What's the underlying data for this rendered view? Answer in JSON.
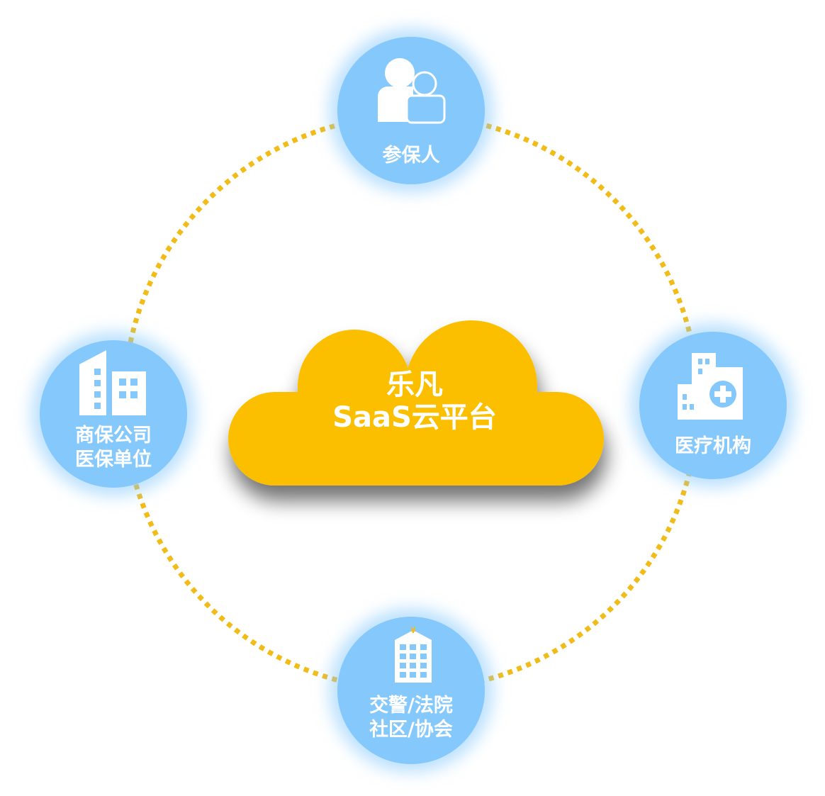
{
  "center": {
    "line1": "乐凡",
    "line2": "SaaS云平台",
    "color": "#fbbf00"
  },
  "nodes": {
    "top": {
      "label": "参保人",
      "icon": "users-icon"
    },
    "right": {
      "label": "医疗机构",
      "icon": "hospital-icon"
    },
    "bottom": {
      "line1": "交警/法院",
      "line2": "社区/协会",
      "icon": "bank-building-icon"
    },
    "left": {
      "line1": "商保公司",
      "line2": "医保单位",
      "icon": "office-buildings-icon"
    }
  },
  "colors": {
    "node_fill": "#85c8fc",
    "ring_dots": "#f2bc18",
    "icon": "#ffffff"
  }
}
